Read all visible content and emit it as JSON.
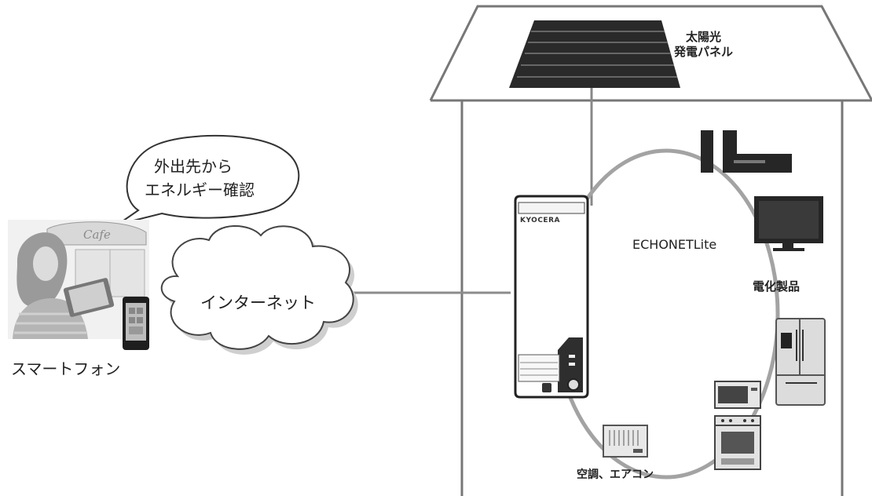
{
  "labels": {
    "solar_panel": [
      "太陽光",
      "発電パネル"
    ],
    "echonet": "ECHONETLite",
    "appliances": "電化製品",
    "air_conditioner": "空調、エアコン",
    "internet": "インターネット",
    "smartphone": "スマートフォン",
    "speech_bubble": [
      "外出先から",
      "エネルギー確認"
    ],
    "brand": "KYOCERA",
    "cafe_sign": "Cafe"
  },
  "colors": {
    "line": "#7a7a7a",
    "ring": "#a0a0a0",
    "device": "#1f1f1f"
  }
}
